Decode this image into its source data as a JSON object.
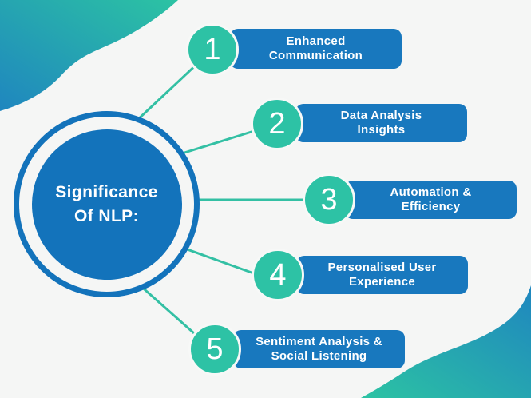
{
  "hub": {
    "title": "Significance Of NLP:"
  },
  "items": [
    {
      "number": "1",
      "label": "Enhanced Communication",
      "lines": [
        "Enhanced",
        "Communication"
      ]
    },
    {
      "number": "2",
      "label": "Data Analysis Insights",
      "lines": [
        "Data Analysis",
        "Insights"
      ]
    },
    {
      "number": "3",
      "label": "Automation & Efficiency",
      "lines": [
        "Automation &",
        "Efficiency"
      ]
    },
    {
      "number": "4",
      "label": "Personalised User Experience",
      "lines": [
        "Personalised User",
        "Experience"
      ]
    },
    {
      "number": "5",
      "label": "Sentiment Analysis & Social Listening",
      "lines": [
        "Sentiment Analysis &",
        "Social Listening"
      ]
    }
  ],
  "colors": {
    "bar_blue": "#1878be",
    "hub_blue": "#1373bb",
    "badge_teal": "#2dc2a5",
    "connector_line": "#33c0a4",
    "background": "#f5f6f5",
    "blob_blue": "#1f86bf",
    "blob_teal": "#2cc3a3",
    "text_white": "#ffffff"
  }
}
